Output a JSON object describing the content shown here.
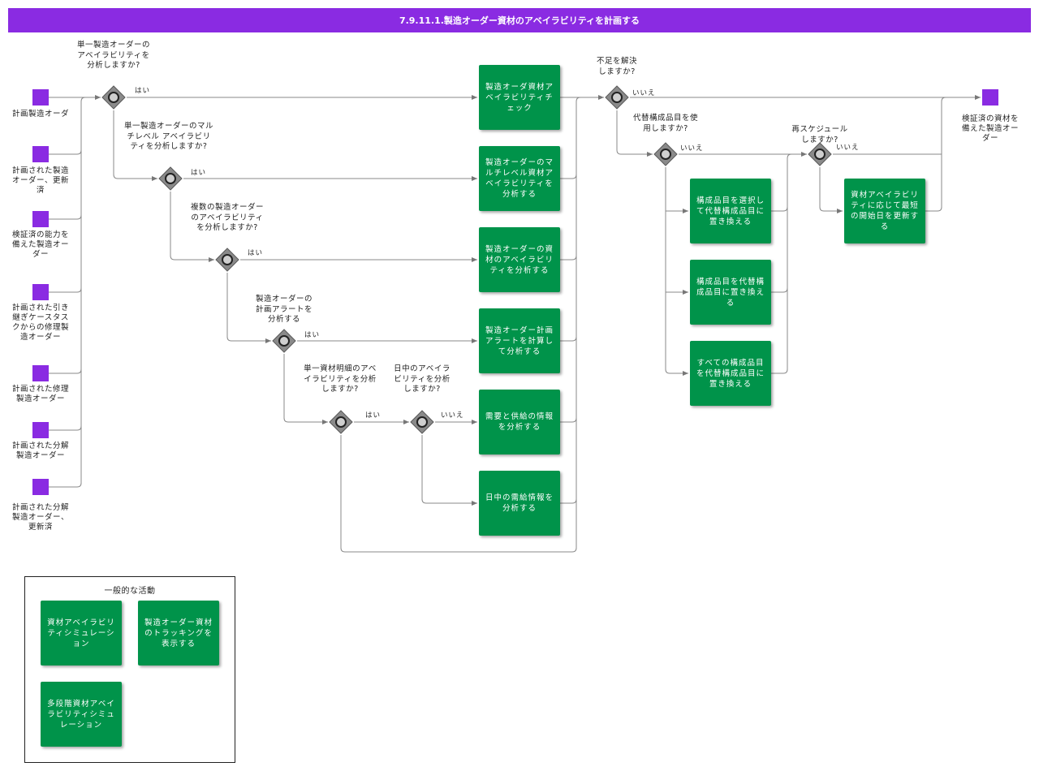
{
  "header": {
    "title": "7.9.11.1.製造オーダー資材のアベイラビリティを計画する"
  },
  "events": {
    "e1": "計画製造オーダ",
    "e2": "計画された製造オーダー、更新済",
    "e3": "検証済の能力を備えた製造オーダー",
    "e4": "計画された引き 継ぎケースタス クからの修理製 造オーダー",
    "e5": "計画された修理製造オーダー",
    "e6": "計画された分解製造オーダー",
    "e7": "計画された分解製造オーダー、更新済",
    "end": "検証済の資材を備えた製造オーダー"
  },
  "questions": {
    "q1": "単一製造オーダーのアベイラビリティを分析しますか?",
    "q2": "単一製造オーダーのマルチレベル アベイラビリティを分析しますか?",
    "q3": "複数の製造オーダーのアベイラビリティを分析しますか?",
    "q4": "製造オーダーの計画アラートを分析する",
    "q5": "単一資材明細のアベイラビリティを分析しますか?",
    "q6": "日中のアベイラビリティを分析しますか?",
    "q7": "不足を解決しますか?",
    "q8": "代替構成品目を使用しますか?",
    "q9": "再スケジュールしますか?"
  },
  "answers": {
    "yes": "はい",
    "no": "いいえ"
  },
  "activities": {
    "a1": "製造オーダ資材アベイラビリティチェック",
    "a2": "製造オーダーのマルチレベル資材アベイラビリティを分析する",
    "a3": "製造オーダーの資材のアベイラビリティを分析する",
    "a4": "製造オーダー計画アラートを計算して分析する",
    "a5": "需要と供給の情報を分析する",
    "a6": "日中の需給情報を分析する",
    "b1": "構成品目を選択して代替構成品目に置き換える",
    "b2": "構成品目を代替構成品目に置き換える",
    "b3": "すべての構成品目を代替構成品目に置き換える",
    "c1": "資材アベイラビリティに応じて最短の開始日を更新する"
  },
  "legend": {
    "title": "一般的な活動",
    "items": [
      "資材アベイラビリティシミュレーション",
      "製造オーダー資材のトラッキングを表示する",
      "多段階資材アベイラビリティシミュレーション"
    ]
  },
  "colors": {
    "header": "#8a2be2",
    "activity": "#00934a",
    "event": "#8a2be2",
    "gateway": "#8a8a8a"
  }
}
